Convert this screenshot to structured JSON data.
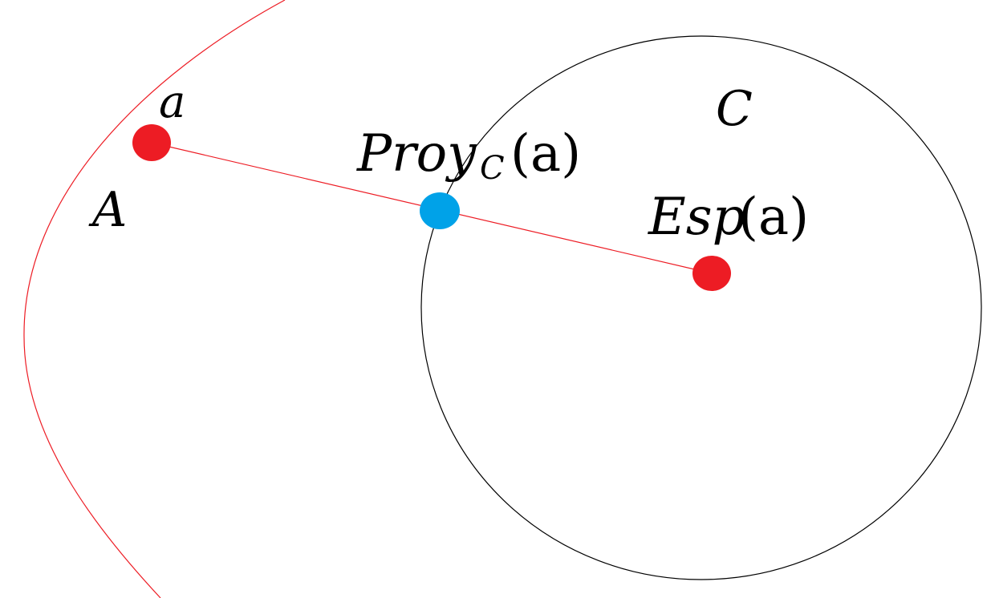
{
  "colors": {
    "background": "#ffffff",
    "set_A_curve": "#ed1c24",
    "set_C_circle": "#000000",
    "segment": "#ed1c24",
    "point_a": "#ed1c24",
    "point_projection": "#00a2e8",
    "point_esp": "#ed1c24"
  },
  "labels": {
    "set_A": "A",
    "set_C": "C",
    "point_a": "a",
    "projection_main": "Proy",
    "projection_sub": "C",
    "projection_arg": "(a)",
    "esp_main": "Esp",
    "esp_arg": "(a)"
  }
}
